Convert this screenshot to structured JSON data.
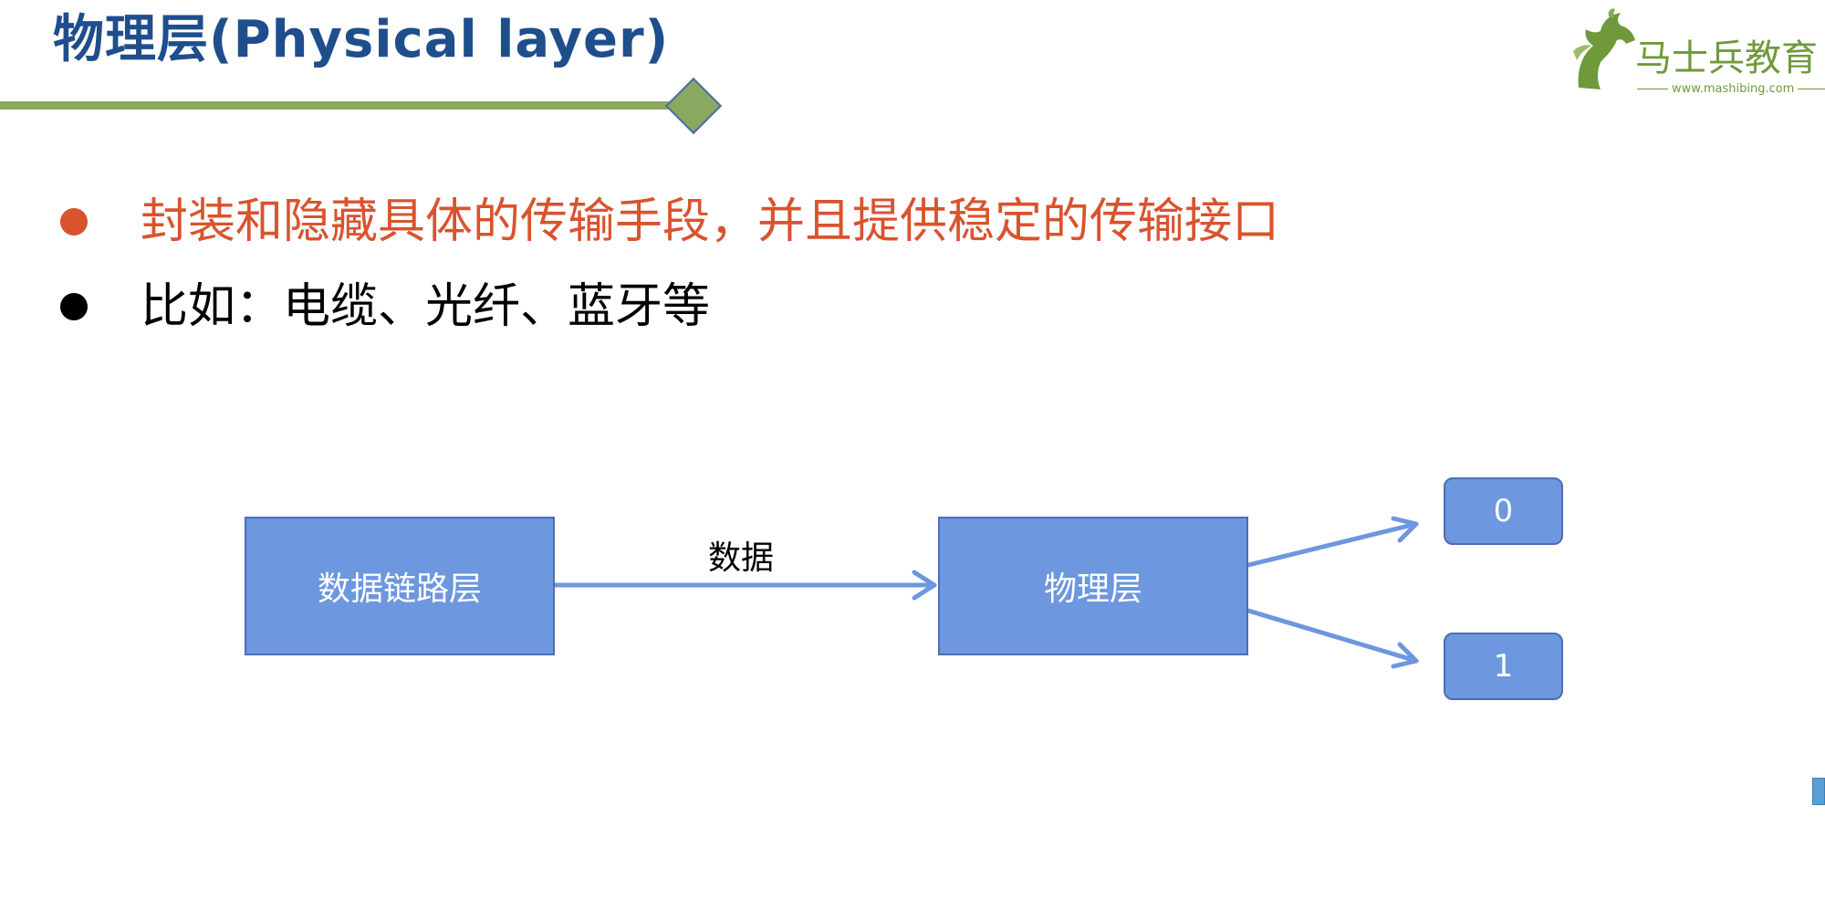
{
  "slide": {
    "title": "物理层(Physical layer)",
    "logo": {
      "name": "马士兵教育",
      "url": "www.mashibing.com"
    },
    "bullets": [
      {
        "text": "封装和隐藏具体的传输手段，并且提供稳定的传输接口",
        "color": "#d9532e"
      },
      {
        "text": "比如：电缆、光纤、蓝牙等",
        "color": "#000000"
      }
    ]
  },
  "diagram": {
    "nodes": [
      {
        "id": "data-link-layer",
        "label": "数据链路层"
      },
      {
        "id": "physical-layer",
        "label": "物理层"
      },
      {
        "id": "bit-0",
        "label": "0"
      },
      {
        "id": "bit-1",
        "label": "1"
      }
    ],
    "edges": [
      {
        "from": "data-link-layer",
        "to": "physical-layer",
        "label": "数据"
      },
      {
        "from": "physical-layer",
        "to": "bit-0",
        "label": ""
      },
      {
        "from": "physical-layer",
        "to": "bit-1",
        "label": ""
      }
    ]
  },
  "colors": {
    "title": "#1f4e8c",
    "accent_green": "#8aa85f",
    "box_fill": "#6d97de",
    "arrow": "#6d97de",
    "highlight_bullet": "#d9532e"
  }
}
